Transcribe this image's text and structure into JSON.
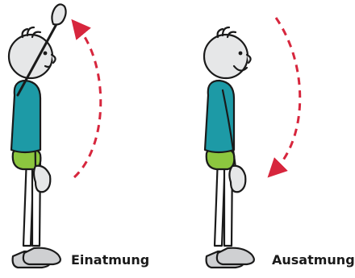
{
  "panels": [
    {
      "caption": "Einatmung",
      "arrow_direction": "up"
    },
    {
      "caption": "Ausatmung",
      "arrow_direction": "down"
    }
  ],
  "colors": {
    "shirt": "#1d9aa6",
    "shorts": "#8cc63f",
    "shoe": "#cfd0d2",
    "head": "#e6e7e8",
    "outline": "#1a1a1a",
    "arrow": "#d7263d"
  },
  "icons": [
    "breathing-arrow-up-icon",
    "breathing-arrow-down-icon"
  ]
}
